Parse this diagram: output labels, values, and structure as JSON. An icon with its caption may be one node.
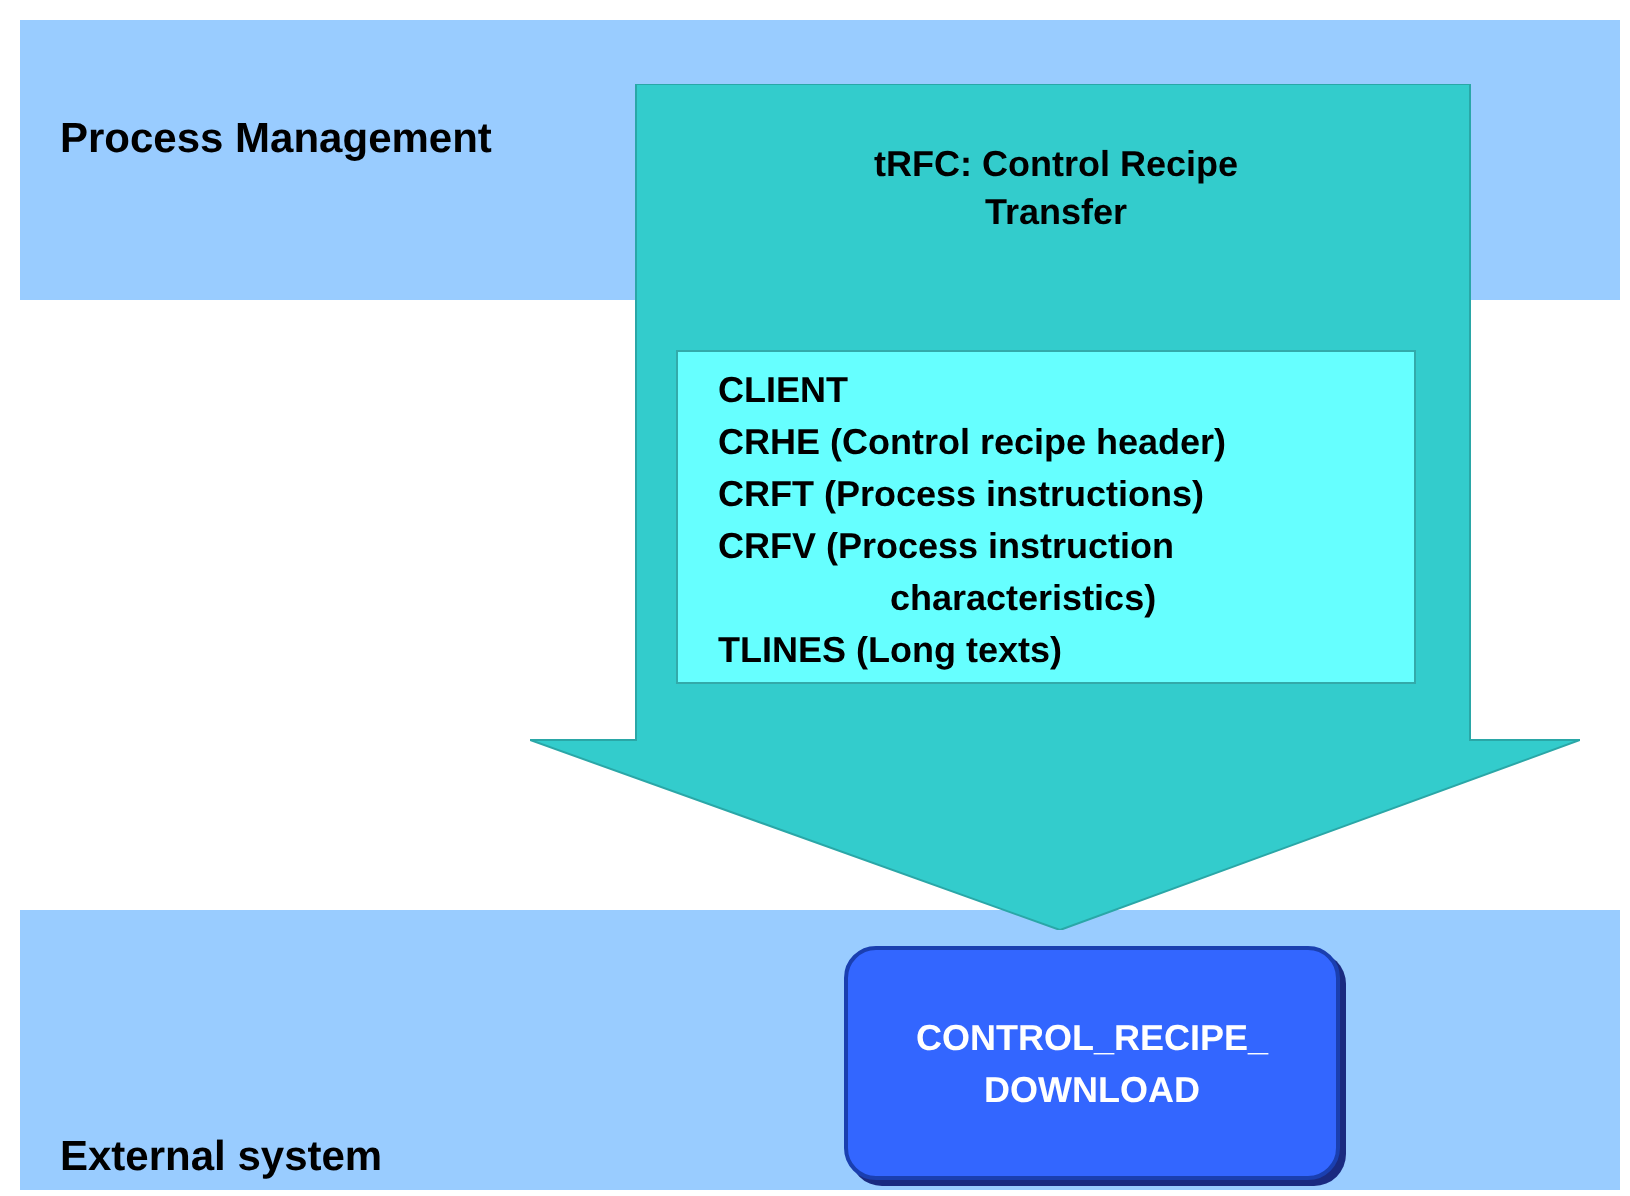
{
  "diagram": {
    "nodes": [
      {
        "text": [
          "Process Management"
        ]
      },
      {
        "text": [
          "External system"
        ]
      },
      {
        "text": [
          "tRFC: Control Recipe Transfer"
        ]
      },
      {
        "text": [
          "CLIENT",
          "CRHE (Control recipe header)",
          "CRFT (Process instructions)",
          "CRFV (Process instruction characteristics)",
          "TLINES (Long texts)"
        ],
        "in": 2
      },
      {
        "text": [
          "CONTROL_RECIPE_ DOWNLOAD"
        ],
        "in": 1
      }
    ]
  }
}
